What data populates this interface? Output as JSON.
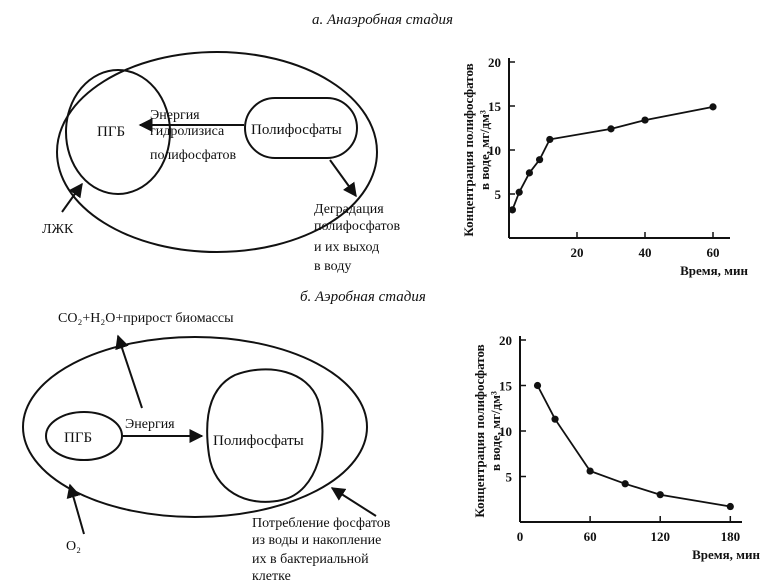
{
  "panel_a": {
    "title": "а. Анаэробная стадия",
    "phb": "ПГБ",
    "polyphosphates": "Полифосфаты",
    "energy_lines": [
      "Энергия",
      "гидролизиса",
      "полифосфатов"
    ],
    "vfa": "ЛЖК",
    "degradation_lines": [
      "Деградация",
      "полифосфатов",
      "и их выход",
      "в воду"
    ]
  },
  "panel_b": {
    "title": "б. Аэробная стадия",
    "co2_line": "CO₂+H₂O+прирост биомассы",
    "phb": "ПГБ",
    "energy": "Энергия",
    "polyphosphates": "Полифосфаты",
    "o2": "O₂",
    "consumption_lines": [
      "Потребление фосфатов",
      "из воды и накопление",
      "их в бактериальной",
      "клетке"
    ]
  },
  "chart_data": [
    {
      "type": "line",
      "xlabel": "Время, мин",
      "ylabel_lines": [
        "Концентрация полифосфатов",
        "в воде, мг/дм³"
      ],
      "xlim": [
        0,
        65
      ],
      "ylim": [
        0,
        20
      ],
      "xticks": [
        0,
        20,
        40,
        60
      ],
      "xtick_labels": [
        "",
        "20",
        "40",
        "60"
      ],
      "yticks": [
        0,
        5,
        10,
        15,
        20
      ],
      "ytick_labels": [
        "",
        "5",
        "10",
        "15",
        "20"
      ],
      "x": [
        1,
        3,
        6,
        9,
        12,
        30,
        40,
        60
      ],
      "y": [
        3.2,
        5.2,
        7.4,
        8.9,
        11.2,
        12.4,
        13.4,
        14.9
      ]
    },
    {
      "type": "line",
      "xlabel": "Время, мин",
      "ylabel_lines": [
        "Концентрация полифосфатов",
        "в воде, мг/дм³"
      ],
      "xlim": [
        0,
        190
      ],
      "ylim": [
        0,
        20
      ],
      "xticks": [
        0,
        60,
        120,
        180
      ],
      "xtick_labels": [
        "0",
        "60",
        "120",
        "180"
      ],
      "yticks": [
        0,
        5,
        10,
        15,
        20
      ],
      "ytick_labels": [
        "",
        "5",
        "10",
        "15",
        "20"
      ],
      "x": [
        15,
        30,
        60,
        90,
        120,
        180
      ],
      "y": [
        15,
        11.3,
        5.6,
        4.2,
        3.0,
        1.7
      ]
    }
  ]
}
